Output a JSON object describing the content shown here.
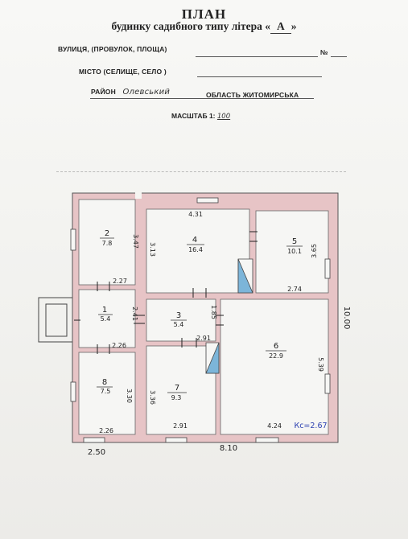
{
  "header": {
    "title": "ПЛАН",
    "subtitle_pre": "будинку садибного типу літера «",
    "litera": "А",
    "subtitle_post": "»",
    "street_label": "ВУЛИЦЯ, (ПРОВУЛОК, ПЛОЩА)",
    "number_label": "№",
    "city_label": "МІСТО (СЕЛИЩЕ, СЕЛО )",
    "district_label": "РАЙОН",
    "district_value": "Олевський",
    "region_label": "ОБЛАСТЬ ЖИТОМИРСЬКА",
    "scale_label": "МАСШТАБ 1:",
    "scale_value": "100"
  },
  "rooms": [
    {
      "id": "2",
      "area": "7.8"
    },
    {
      "id": "4",
      "area": "16.4"
    },
    {
      "id": "5",
      "area": "10.1"
    },
    {
      "id": "1",
      "area": "5.4"
    },
    {
      "id": "3",
      "area": "5.4"
    },
    {
      "id": "6",
      "area": "22.9"
    },
    {
      "id": "8",
      "area": "7.5"
    },
    {
      "id": "7",
      "area": "9.3"
    }
  ],
  "dimensions": {
    "d_431": "4.31",
    "d_347": "3.47",
    "d_313": "3.13",
    "d_365": "3.65",
    "d_227": "2.27",
    "d_274": "2.74",
    "d_241": "2.41",
    "d_185": "1.85",
    "d_226a": "2.26",
    "d_291a": "2.91",
    "d_339": "5.39",
    "d_330": "3.30",
    "d_336": "3.36",
    "d_226b": "2.26",
    "d_291b": "2.91",
    "d_424": "4.24",
    "d_1000": "10.00",
    "d_250": "2.50",
    "d_810": "8.10",
    "kc": "Кс=2.67"
  }
}
